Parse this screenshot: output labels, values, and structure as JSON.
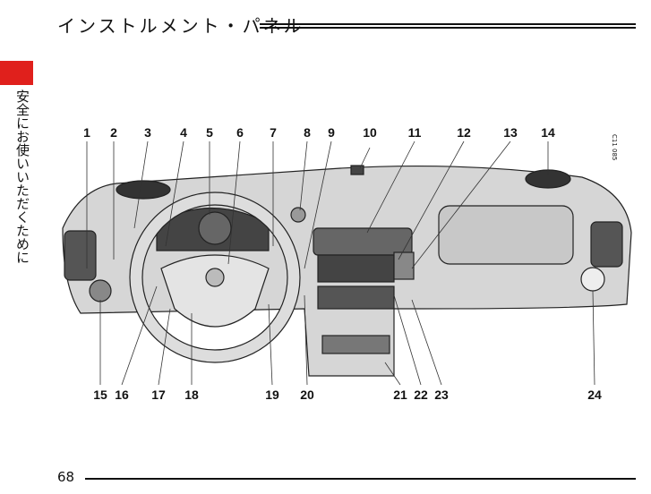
{
  "header": {
    "title": "インストルメント・パネル"
  },
  "side_tab": {
    "label": "安全にお使いいただくために",
    "accent": "#e0201c"
  },
  "figure": {
    "code": "C11 085",
    "callouts_top": [
      "1",
      "2",
      "3",
      "4",
      "5",
      "6",
      "7",
      "8",
      "9",
      "10",
      "11",
      "12",
      "13",
      "14"
    ],
    "callouts_bottom": [
      "15",
      "16",
      "17",
      "18",
      "19",
      "20",
      "21",
      "22",
      "23",
      "24"
    ]
  },
  "footer": {
    "page_number": "68"
  }
}
